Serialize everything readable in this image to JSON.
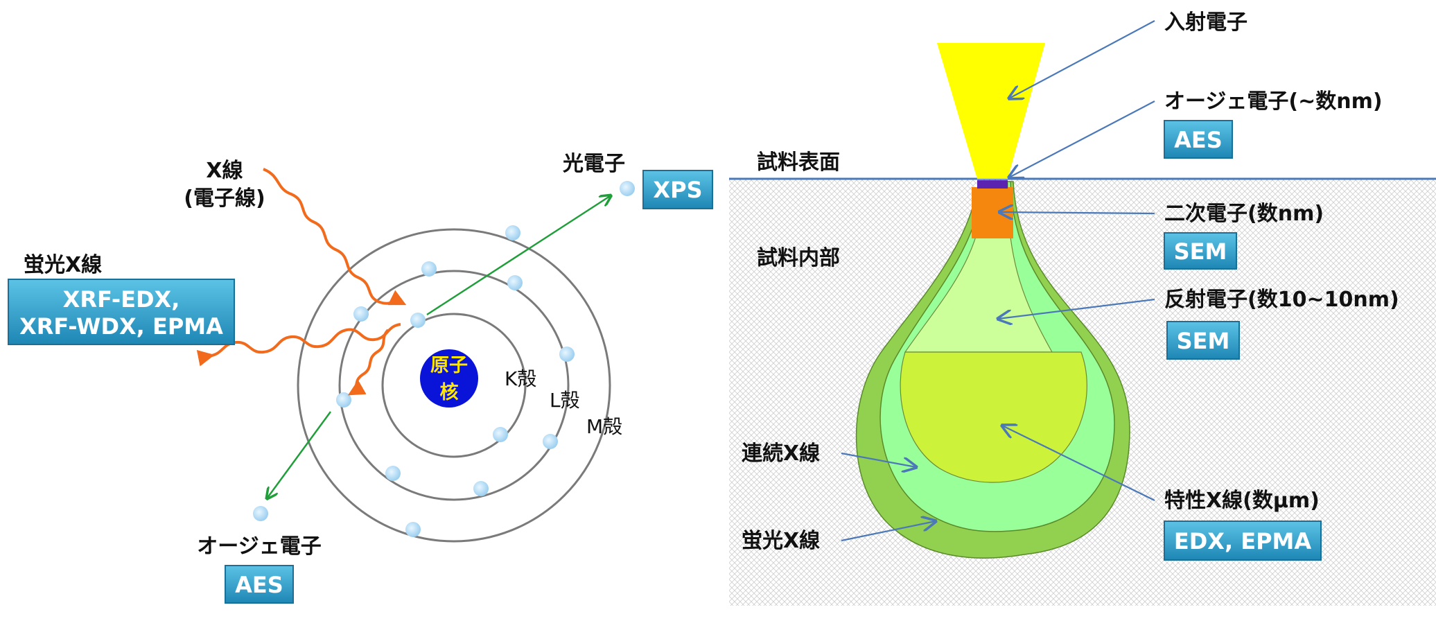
{
  "atom": {
    "nucleus_line1": "原子",
    "nucleus_line2": "核",
    "shell_k": "K殻",
    "shell_l": "L殻",
    "shell_m": "M殻",
    "xray_line1": "X線",
    "xray_line2": "(電子線)",
    "fluorescent_label": "蛍光X線",
    "fluorescent_tag_line1": "XRF-EDX,",
    "fluorescent_tag_line2": "XRF-WDX, EPMA",
    "photoelectron_label": "光電子",
    "photoelectron_tag": "XPS",
    "auger_label": "オージェ電子",
    "auger_tag": "AES"
  },
  "sample": {
    "surface_label": "試料表面",
    "interior_label": "試料内部",
    "incident_label": "入射電子",
    "auger_label": "オージェ電子(~数nm)",
    "auger_tag": "AES",
    "secondary_label": "二次電子(数nm)",
    "secondary_tag": "SEM",
    "backscatter_label": "反射電子(数10~10nm)",
    "backscatter_tag": "SEM",
    "continuous_label": "連続X線",
    "fluorescent_label": "蛍光X線",
    "characteristic_label": "特性X線(数µm)",
    "characteristic_tag": "EDX, EPMA"
  },
  "colors": {
    "tag_fill": "#2a9cc8",
    "orange_wave": "#f26b1d",
    "green_arrow": "#1f9e3a",
    "blue_arrow": "#4a78b8",
    "nucleus": "#0a14d8",
    "nucleus_text": "#ffe600",
    "electron": "#aad8f2",
    "beam": "#ffff00",
    "auger_zone": "#5a23b0",
    "secondary_zone": "#f5870f",
    "backscatter_zone": "#ccff99",
    "characteristic_zone": "#ccf23a",
    "continuous_zone": "#99ff99",
    "fluorescent_zone": "#92d050"
  }
}
